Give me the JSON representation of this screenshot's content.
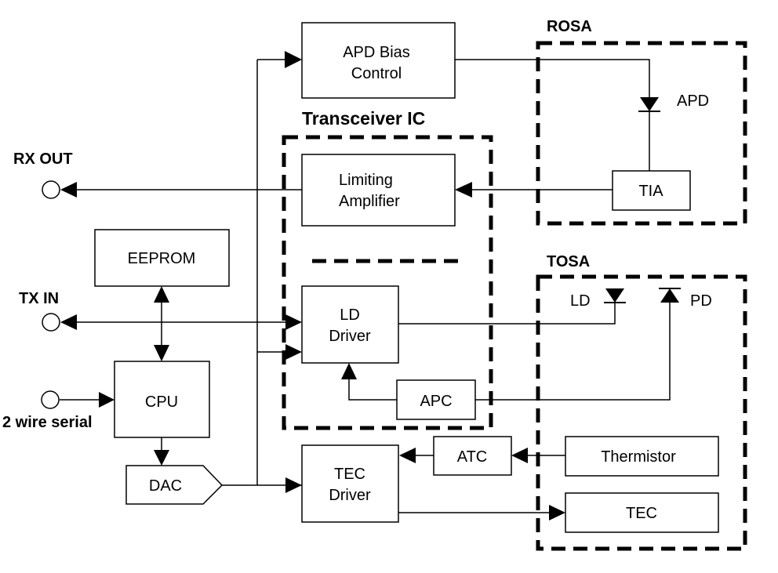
{
  "blocks": {
    "apd_bias": [
      "APD Bias",
      "Control"
    ],
    "limiting_amp": [
      "Limiting",
      "Amplifier"
    ],
    "eeprom": "EEPROM",
    "ld_driver": [
      "LD",
      "Driver"
    ],
    "apc": "APC",
    "cpu": "CPU",
    "dac": "DAC",
    "atc": "ATC",
    "tec_driver": [
      "TEC",
      "Driver"
    ],
    "thermistor": "Thermistor",
    "tec": "TEC",
    "tia": "TIA"
  },
  "groups": {
    "rosa": "ROSA",
    "tosa": "TOSA",
    "transceiver_ic": "Transceiver IC"
  },
  "ports": {
    "rx_out": "RX OUT",
    "tx_in": "TX IN",
    "two_wire_serial": "2 wire serial"
  },
  "components": {
    "apd": "APD",
    "ld": "LD",
    "pd": "PD"
  }
}
